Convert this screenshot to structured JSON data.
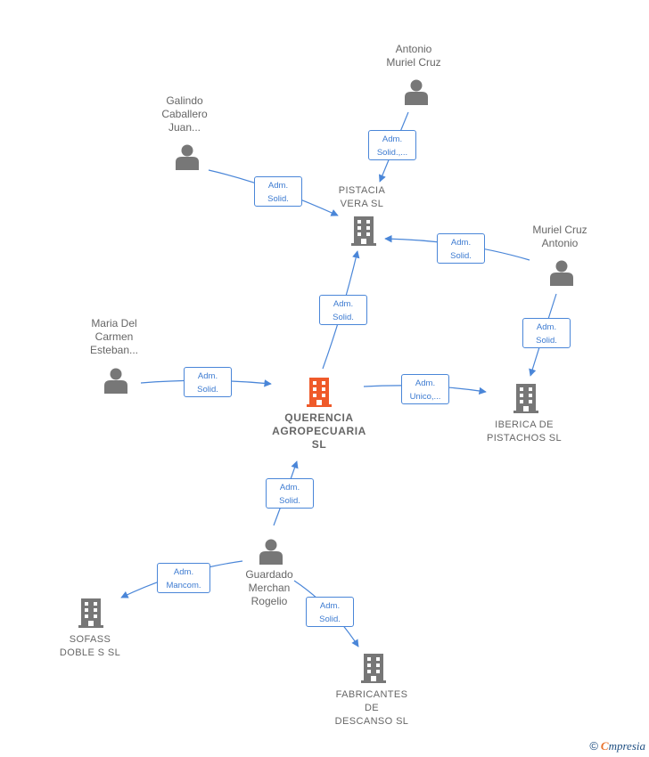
{
  "nodes": {
    "antonio": {
      "lines": [
        "Antonio",
        "Muriel Cruz"
      ]
    },
    "galindo": {
      "lines": [
        "Galindo",
        "Caballero",
        "Juan..."
      ]
    },
    "pistacia": {
      "lines": [
        "PISTACIA",
        "VERA  SL"
      ]
    },
    "muriel": {
      "lines": [
        "Muriel Cruz",
        "Antonio"
      ]
    },
    "maria": {
      "lines": [
        "Maria Del",
        "Carmen",
        "Esteban..."
      ]
    },
    "querencia": {
      "lines": [
        "QUERENCIA",
        "AGROPECUARIA",
        "SL"
      ]
    },
    "iberica": {
      "lines": [
        "IBERICA DE",
        "PISTACHOS  SL"
      ]
    },
    "guardado": {
      "lines": [
        "Guardado",
        "Merchan",
        "Rogelio"
      ]
    },
    "sofass": {
      "lines": [
        "SOFASS",
        "DOBLE S  SL"
      ]
    },
    "fabricantes": {
      "lines": [
        "FABRICANTES",
        "DE",
        "DESCANSO  SL"
      ]
    }
  },
  "edges": {
    "antonio_pistacia": [
      "Adm.",
      "Solid.,..."
    ],
    "galindo_pistacia": [
      "Adm.",
      "Solid."
    ],
    "muriel_pistacia": [
      "Adm.",
      "Solid."
    ],
    "querencia_pistacia": [
      "Adm.",
      "Solid."
    ],
    "muriel_iberica": [
      "Adm.",
      "Solid."
    ],
    "maria_querencia": [
      "Adm.",
      "Solid."
    ],
    "querencia_iberica": [
      "Adm.",
      "Unico,..."
    ],
    "guardado_querencia": [
      "Adm.",
      "Solid."
    ],
    "guardado_sofass": [
      "Adm.",
      "Mancom."
    ],
    "guardado_fabricantes": [
      "Adm.",
      "Solid."
    ]
  },
  "colors": {
    "edge": "#4a86d8",
    "node_icon": "#777777",
    "main_icon": "#ef5a2a"
  },
  "footer": {
    "copyright": "©",
    "brand_first": "C",
    "brand_rest": "mpresia"
  }
}
